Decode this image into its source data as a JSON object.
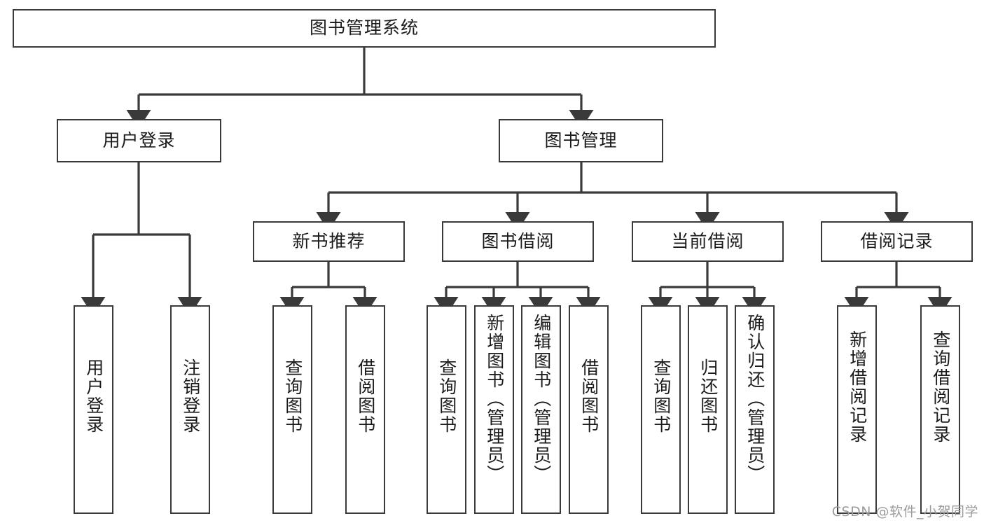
{
  "diagram": {
    "title": "图书管理系统",
    "watermark": "CSDN @软件_小贺同学",
    "line_color": "#3a3a3a",
    "box_fill": "#ffffff",
    "text_color": "#1a1a1a",
    "watermark_color": "#9b9b9b",
    "root": {
      "label": "图书管理系统"
    },
    "level2": [
      {
        "id": "user-login",
        "label": "用户登录"
      },
      {
        "id": "book-management",
        "label": "图书管理"
      }
    ],
    "level3": [
      {
        "id": "new-book-recommend",
        "label": "新书推荐"
      },
      {
        "id": "book-borrow",
        "label": "图书借阅"
      },
      {
        "id": "current-borrow",
        "label": "当前借阅"
      },
      {
        "id": "borrow-record",
        "label": "借阅记录"
      }
    ],
    "leaves": {
      "user_login": [
        {
          "id": "leaf-user-login",
          "label": "用户登录"
        },
        {
          "id": "leaf-logout-login",
          "label": "注销登录"
        }
      ],
      "new_book_recommend": [
        {
          "id": "leaf-query-book-1",
          "label": "查询图书"
        },
        {
          "id": "leaf-borrow-book-1",
          "label": "借阅图书"
        }
      ],
      "book_borrow": [
        {
          "id": "leaf-query-book-2",
          "label": "查询图书"
        },
        {
          "id": "leaf-add-book",
          "label": "新增图书（管理员）"
        },
        {
          "id": "leaf-edit-book",
          "label": "编辑图书（管理员）"
        },
        {
          "id": "leaf-borrow-book-2",
          "label": "借阅图书"
        }
      ],
      "current_borrow": [
        {
          "id": "leaf-query-book-3",
          "label": "查询图书"
        },
        {
          "id": "leaf-return-book",
          "label": "归还图书"
        },
        {
          "id": "leaf-confirm-return",
          "label": "确认归还（管理员）"
        }
      ],
      "borrow_record": [
        {
          "id": "leaf-add-record",
          "label": "新增借阅记录"
        },
        {
          "id": "leaf-query-record",
          "label": "查询借阅记录"
        }
      ]
    }
  }
}
